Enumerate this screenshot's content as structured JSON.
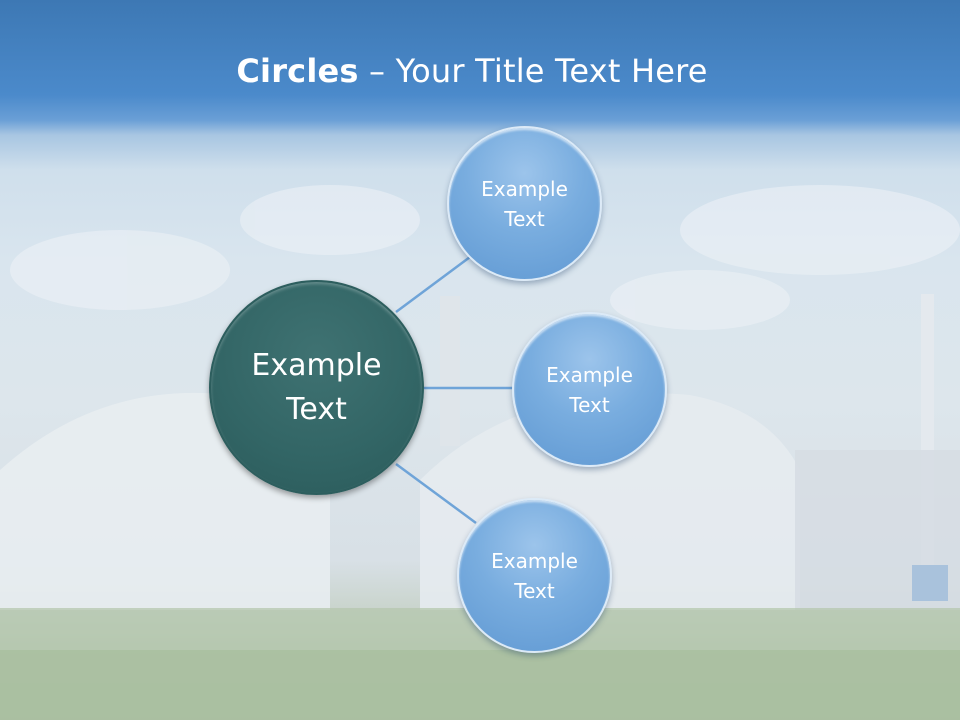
{
  "title": {
    "bold": "Circles",
    "rest": " – Your Title Text Here"
  },
  "main": {
    "line1": "Example",
    "line2": "Text"
  },
  "items": [
    {
      "line1": "Example",
      "line2": "Text"
    },
    {
      "line1": "Example",
      "line2": "Text"
    },
    {
      "line1": "Example",
      "line2": "Text"
    }
  ],
  "colors": {
    "main_circle": "#326565",
    "sub_circle": "#79addf",
    "connector": "#6fa4d8",
    "title_band": "#4b8acb"
  }
}
